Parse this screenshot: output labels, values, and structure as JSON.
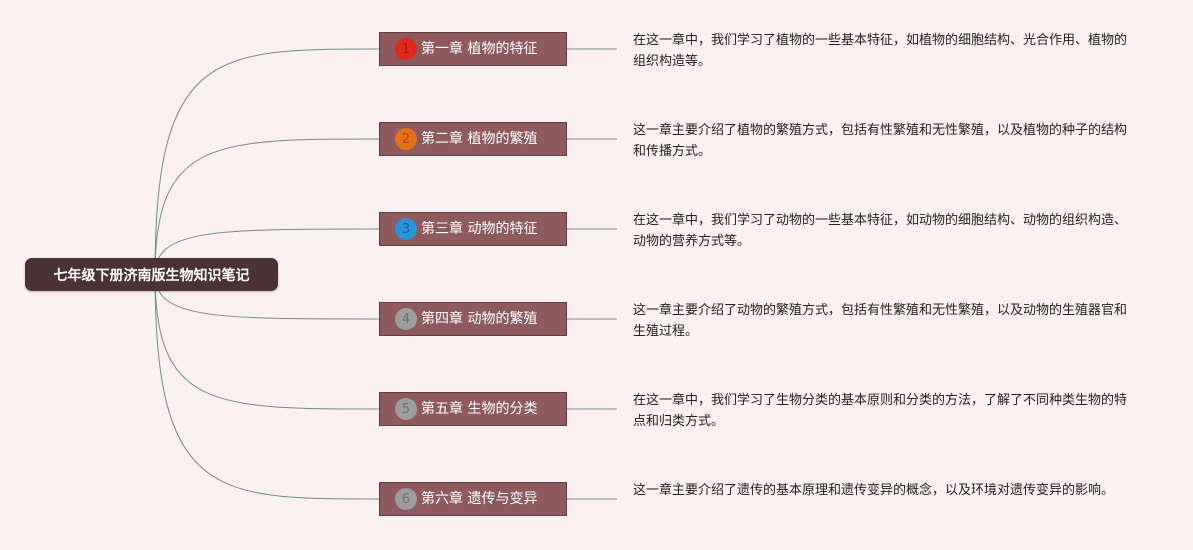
{
  "root": {
    "label": "七年级下册济南版生物知识笔记"
  },
  "chapters": [
    {
      "number": "1",
      "label": "第一章 植物的特征",
      "badge_color": "#e02a1b",
      "badge_text_color": "#b0120a",
      "description": "在这一章中，我们学习了植物的一些基本特征，如植物的细胞结构、光合作用、植物的组织构造等。"
    },
    {
      "number": "2",
      "label": "第二章 植物的繁殖",
      "badge_color": "#e5701c",
      "badge_text_color": "#b04a08",
      "description": "这一章主要介绍了植物的繁殖方式，包括有性繁殖和无性繁殖，以及植物的种子的结构和传播方式。"
    },
    {
      "number": "3",
      "label": "第三章 动物的特征",
      "badge_color": "#2a93d8",
      "badge_text_color": "#11619e",
      "description": "在这一章中，我们学习了动物的一些基本特征，如动物的细胞结构、动物的组织构造、动物的营养方式等。"
    },
    {
      "number": "4",
      "label": "第四章 动物的繁殖",
      "badge_color": "#9d9d9d",
      "badge_text_color": "#6e6e6e",
      "description": "这一章主要介绍了动物的繁殖方式，包括有性繁殖和无性繁殖，以及动物的生殖器官和生殖过程。"
    },
    {
      "number": "5",
      "label": "第五章 生物的分类",
      "badge_color": "#9d9d9d",
      "badge_text_color": "#6e6e6e",
      "description": "在这一章中，我们学习了生物分类的基本原则和分类的方法，了解了不同种类生物的特点和归类方式。"
    },
    {
      "number": "6",
      "label": "第六章 遗传与变异",
      "badge_color": "#9d9d9d",
      "badge_text_color": "#6e6e6e",
      "description": "这一章主要介绍了遗传的基本原理和遗传变异的概念，以及环境对遗传变异的影响。"
    }
  ]
}
